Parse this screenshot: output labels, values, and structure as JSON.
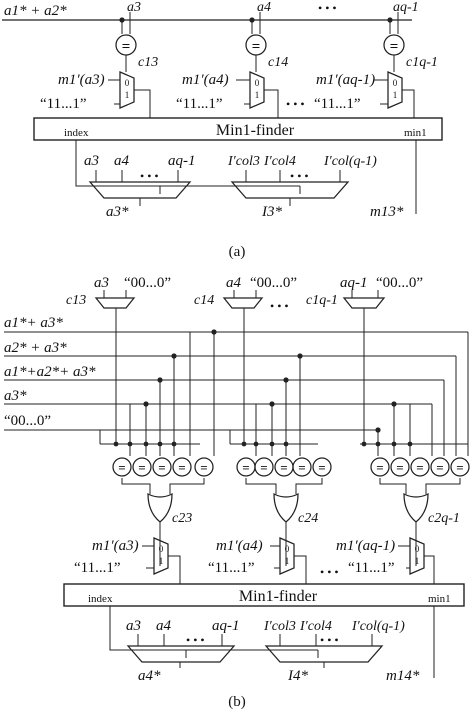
{
  "panel_a": {
    "caption": "(a)",
    "inputs": {
      "sum": "a1* + a2*",
      "a3": "a3",
      "a4": "a4",
      "dots": "• • •",
      "aq1": "aq-1"
    },
    "eq_symbol": "=",
    "c_labels": [
      "c13",
      "c14",
      "c1q-1"
    ],
    "m1_labels": [
      "m1′(a3)",
      "m1′(a4)",
      "m1′(aq-1)"
    ],
    "ones": [
      "“11...1”",
      "“11...1”",
      "“11...1”"
    ],
    "ones_dots": "• • •",
    "mux_bits": [
      "0",
      "1"
    ],
    "finder": {
      "title": "Min1-finder",
      "index": "index",
      "min1": "min1"
    },
    "left_mux": {
      "inputs": [
        "a3",
        "a4",
        "aq-1"
      ],
      "dots": "• • •",
      "output": "a3*"
    },
    "right_mux": {
      "inputs": [
        "I′col3",
        "I′col4",
        "I′col(q-1)"
      ],
      "dots": "• • •",
      "output": "I3*"
    },
    "min_output": "m13*"
  },
  "panel_b": {
    "caption": "(b)",
    "mux_inputs": [
      {
        "a": "a3",
        "zero": "“00...0”",
        "c": "c13"
      },
      {
        "a": "a4",
        "zero": "“00...0”",
        "c": "c14"
      },
      {
        "a": "aq-1",
        "zero": "“00...0”",
        "c": "c1q-1"
      }
    ],
    "top_dots": "• • •",
    "bus_labels": [
      "a1*+ a3*",
      "a2* + a3*",
      "a1*+a2*+ a3*",
      "a3*",
      "“00...0”"
    ],
    "eq_symbol": "=",
    "c2_labels": [
      "c23",
      "c24",
      "c2q-1"
    ],
    "m1_labels": [
      "m1′(a3)",
      "m1′(a4)",
      "m1′(aq-1)"
    ],
    "ones": [
      "“11...1”",
      "“11...1”",
      "“11...1”"
    ],
    "ones_dots": "• • •",
    "mux_bits": [
      "0",
      "1"
    ],
    "finder": {
      "title": "Min1-finder",
      "index": "index",
      "min1": "min1"
    },
    "left_mux": {
      "inputs": [
        "a3",
        "a4",
        "aq-1"
      ],
      "dots": "• • •",
      "output": "a4*"
    },
    "right_mux": {
      "inputs": [
        "I′col3",
        "I′col4",
        "I′col(q-1)"
      ],
      "dots": "• • •",
      "output": "I4*"
    },
    "min_output": "m14*"
  }
}
